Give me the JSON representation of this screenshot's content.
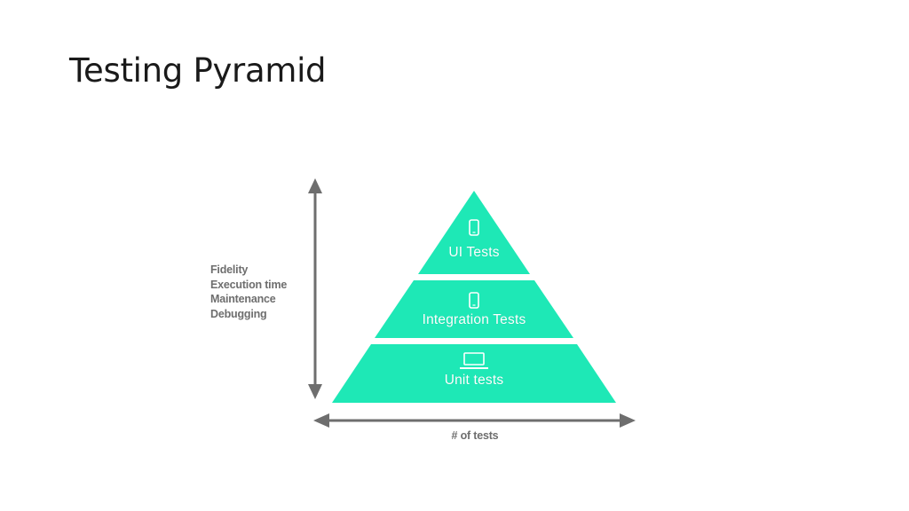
{
  "slide": {
    "title": "Testing Pyramid"
  },
  "diagram": {
    "tiers": [
      {
        "label": "UI Tests",
        "icon": "phone-icon"
      },
      {
        "label": "Integration Tests",
        "icon": "phone-icon"
      },
      {
        "label": "Unit tests",
        "icon": "laptop-icon"
      }
    ],
    "vertical_axis_labels": [
      "Fidelity",
      "Execution time",
      "Maintenance",
      "Debugging"
    ],
    "horizontal_axis_label": "# of tests",
    "colors": {
      "tier_fill": "#1ee8b6",
      "arrow": "#6e6e6e"
    }
  }
}
